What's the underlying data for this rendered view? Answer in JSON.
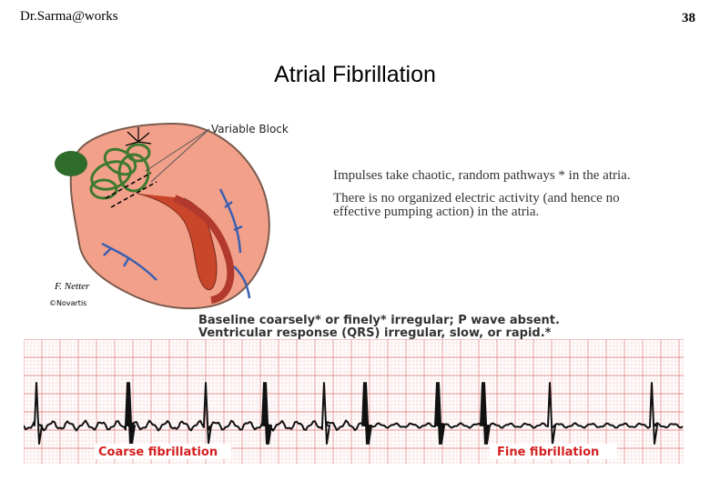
{
  "header": {
    "author": "Dr.Sarma@works",
    "slide_number": "38"
  },
  "title": "Atrial Fibrillation",
  "figure": {
    "block_label": "Variable Block",
    "copyright": "©Novartis",
    "signature": "F. Netter"
  },
  "description": [
    "Impulses take chaotic, random pathways * in the atria.",
    "There is no organized electric activity (and hence no effective pumping action) in the atria."
  ],
  "ecg_notes": [
    "Baseline coarsely* or finely* irregular; P wave absent.",
    "Ventricular response (QRS) irregular, slow, or rapid.*"
  ],
  "ecg_labels": {
    "left": "Coarse fibrillation",
    "right": "Fine fibrillation"
  },
  "colors": {
    "grid_minor": "#f4c9c9",
    "grid_major": "#e58e8e",
    "label_red": "#d42020",
    "tissue": "#f2a08a"
  }
}
